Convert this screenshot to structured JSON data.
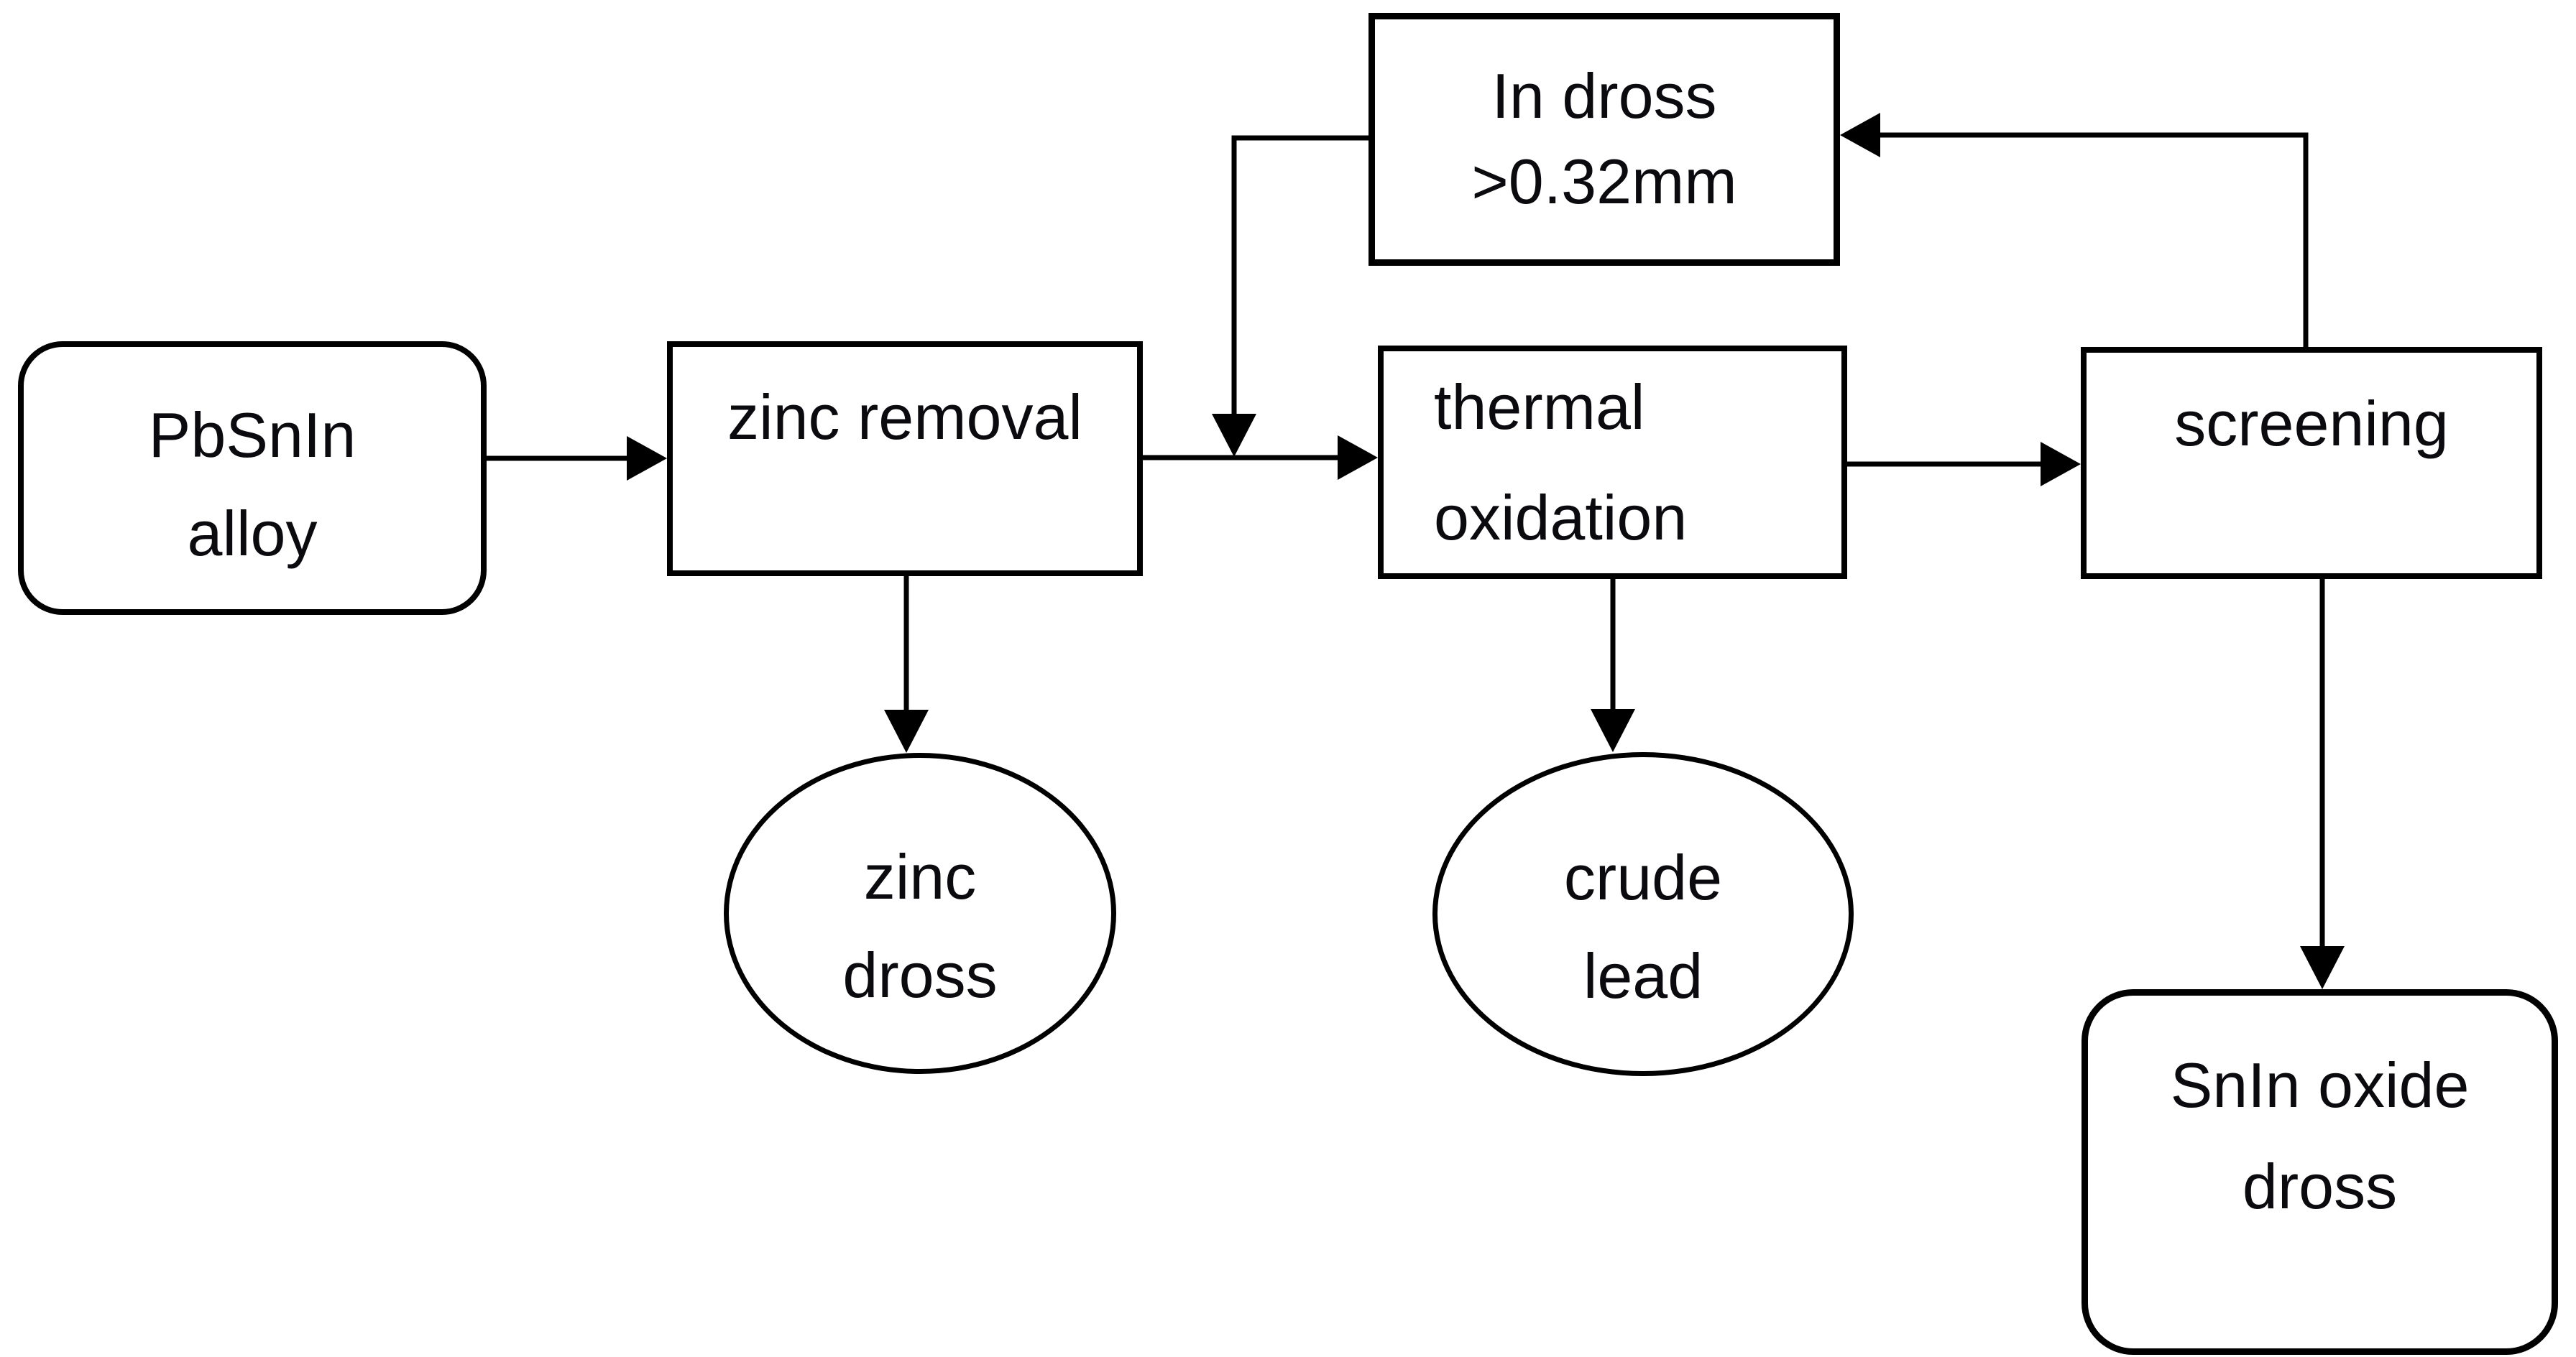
{
  "colors": {
    "background": "#ffffff",
    "stroke": "#000000",
    "text": "#0b0b0f"
  },
  "nodes": {
    "pbsnin_alloy": {
      "shape": "rounded-rectangle",
      "text": "PbSnIn alloy",
      "lines": [
        "PbSnIn",
        "alloy"
      ]
    },
    "zinc_removal": {
      "shape": "rectangle",
      "text": "zinc removal",
      "lines": [
        "zinc removal"
      ]
    },
    "in_dross": {
      "shape": "rectangle",
      "text": "In dross >0.32mm",
      "lines": [
        "In dross",
        ">0.32mm"
      ]
    },
    "thermal_oxidation": {
      "shape": "rectangle",
      "text": "thermal oxidation",
      "lines": [
        "thermal",
        "oxidation"
      ]
    },
    "screening": {
      "shape": "rectangle",
      "text": "screening",
      "lines": [
        "screening"
      ]
    },
    "zinc_dross": {
      "shape": "ellipse",
      "text": "zinc dross",
      "lines": [
        "zinc",
        "dross"
      ]
    },
    "crude_lead": {
      "shape": "ellipse",
      "text": "crude lead",
      "lines": [
        "crude",
        "lead"
      ]
    },
    "snin_oxide_dross": {
      "shape": "rounded-rectangle",
      "text": "SnIn oxide dross",
      "lines": [
        "SnIn oxide",
        "dross"
      ]
    }
  },
  "edges": [
    {
      "from": "pbsnin_alloy",
      "to": "zinc_removal"
    },
    {
      "from": "zinc_removal",
      "to": "thermal_oxidation"
    },
    {
      "from": "in_dross",
      "to": "thermal_oxidation"
    },
    {
      "from": "zinc_removal",
      "to": "zinc_dross"
    },
    {
      "from": "thermal_oxidation",
      "to": "crude_lead"
    },
    {
      "from": "thermal_oxidation",
      "to": "screening"
    },
    {
      "from": "screening",
      "to": "in_dross"
    },
    {
      "from": "screening",
      "to": "snin_oxide_dross"
    }
  ]
}
